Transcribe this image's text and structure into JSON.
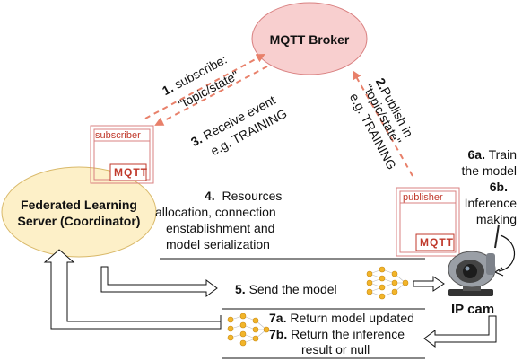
{
  "nodes": {
    "broker": "MQTT Broker",
    "server_line1": "Federated Learning",
    "server_line2": "Server (Coordinator)",
    "ipcam": "IP cam",
    "subscriber_tag": "subscriber",
    "publisher_tag": "publisher",
    "mqtt_logo": "MQTT"
  },
  "steps": {
    "s1_num": "1.",
    "s1_a": "subscribe:",
    "s1_b": "\"topic/state\"",
    "s2_num": "2.",
    "s2_a": "Publish in",
    "s2_b": "\"topic/state\"",
    "s2_c": "e.g. TRAINING",
    "s3_num": "3.",
    "s3_a": "Receive event",
    "s3_b": "e.g. TRAINING",
    "s4_num": "4.",
    "s4_a": "Resources",
    "s4_b": "allocation, connection",
    "s4_c": "enstablishment and",
    "s4_d": "model serialization",
    "s5_num": "5.",
    "s5_a": "Send the model",
    "s6a_num": "6a.",
    "s6a_a": "Train",
    "s6a_b": "the model",
    "s6b_num": "6b.",
    "s6b_a": "Inference",
    "s6b_b": "making",
    "s7a_num": "7a.",
    "s7a_a": "Return model updated",
    "s7b_num": "7b.",
    "s7b_a": "Return the inference",
    "s7b_b": "result or null"
  },
  "colors": {
    "broker_fill": "#f8cfcf",
    "broker_stroke": "#d98080",
    "server_fill": "#fdf0c8",
    "server_stroke": "#d9b96a",
    "dashed_arrow": "#e8806a",
    "mqtt_red": "#c0392b",
    "nn_node": "#f2b52a"
  },
  "icons": [
    "neural-network-icon",
    "camera-icon"
  ]
}
